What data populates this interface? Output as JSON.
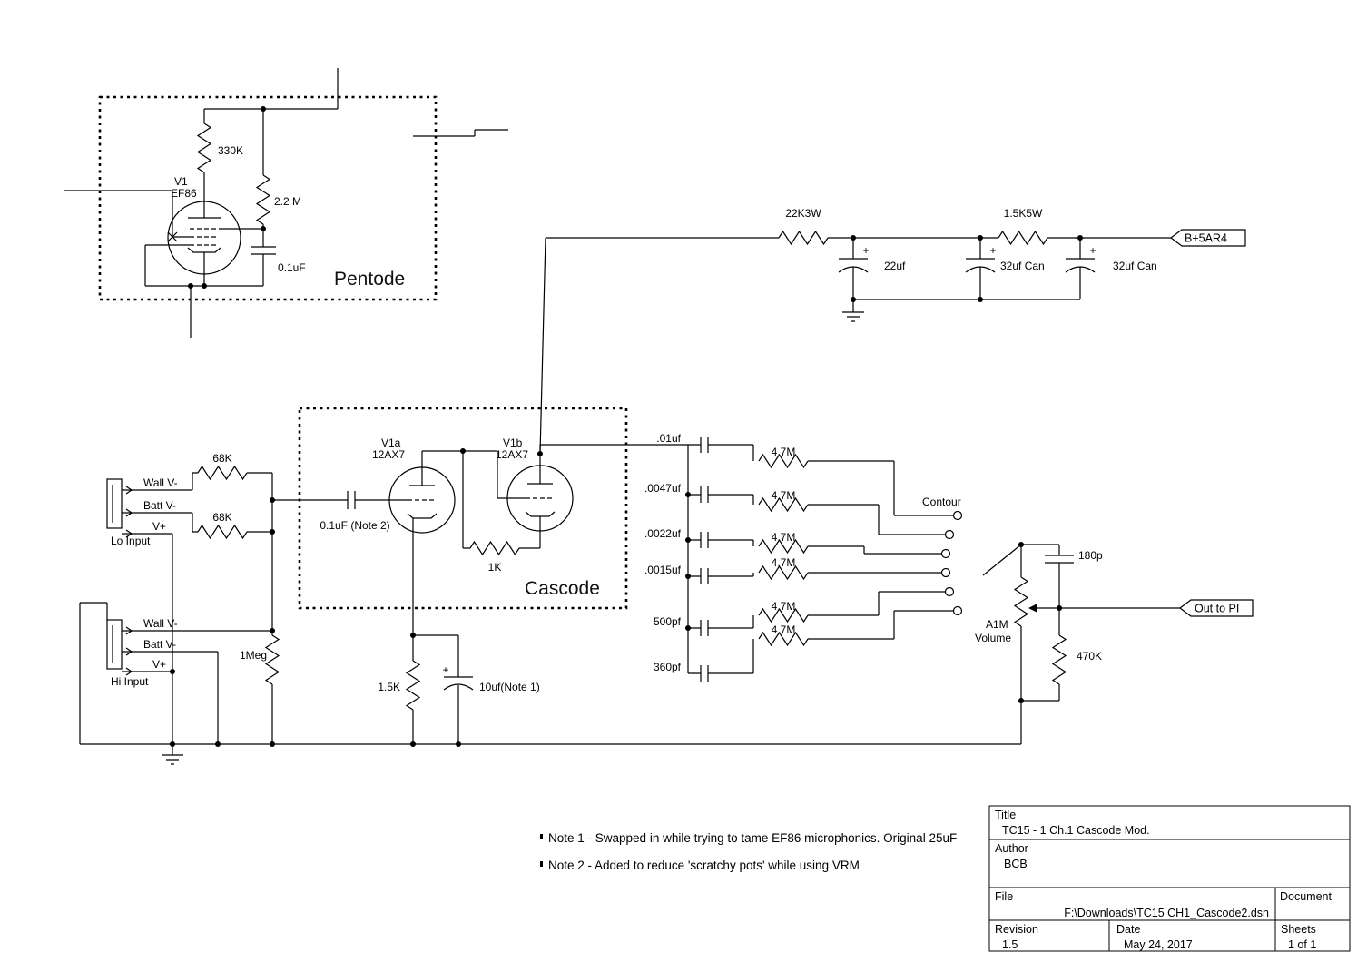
{
  "pentode": {
    "section_label": "Pentode",
    "tube_ref": "V1",
    "tube_type": "EF86",
    "plate_resistor": "330K",
    "screen_resistor": "2.2 M",
    "screen_cap": "0.1uF"
  },
  "power_supply": {
    "resistor_1": "22K3W",
    "resistor_2": "1.5K5W",
    "cap_1": "22uf",
    "cap_2": "32uf Can",
    "cap_3": "32uf Can",
    "polarity_mark": "+",
    "supply_flag": "B+5AR4"
  },
  "cascode": {
    "section_label": "Cascode",
    "tube_a_ref": "V1a",
    "tube_a_type": "12AX7",
    "tube_b_ref": "V1b",
    "tube_b_type": "12AX7",
    "coupling_cap": "0.1uF (Note 2)",
    "grid_resistor": "1K"
  },
  "inputs": {
    "lo_jack": {
      "wall": "Wall V-",
      "batt": "Batt V-",
      "vplus": "V+",
      "label": "Lo Input"
    },
    "hi_jack": {
      "wall": "Wall V-",
      "batt": "Batt V-",
      "vplus": "V+",
      "label": "Hi Input"
    },
    "series_resistor_1": "68K",
    "series_resistor_2": "68K",
    "grid_leak_resistor": "1Meg",
    "cathode_resistor": "1.5K",
    "cathode_cap": "10uf(Note 1)",
    "polarity_mark": "+"
  },
  "contour": {
    "label": "Contour",
    "caps": [
      ".01uf",
      ".0047uf",
      ".0022uf",
      ".0015uf",
      "500pf",
      "360pf"
    ],
    "resistors": [
      "4.7M",
      "4.7M",
      "4.7M",
      "4.7M",
      "4.7M",
      "4.7M"
    ]
  },
  "output": {
    "bright_cap": "180p",
    "pot_value": "A1M",
    "pot_label": "Volume",
    "load_resistor": "470K",
    "out_flag": "Out to PI"
  },
  "notes": {
    "note_1": "Note 1 - Swapped in while trying to tame EF86 microphonics. Original 25uF",
    "note_2": "Note 2 -  Added to reduce 'scratchy pots' while using VRM"
  },
  "title_block": {
    "title_label": "Title",
    "title_value": "TC15 - 1 Ch.1 Cascode Mod.",
    "author_label": "Author",
    "author_value": "BCB",
    "file_label": "File",
    "file_value": "F:\\Downloads\\TC15 CH1_Cascode2.dsn",
    "document_label": "Document",
    "revision_label": "Revision",
    "revision_value": "1.5",
    "date_label": "Date",
    "date_value": "May 24, 2017",
    "sheets_label": "Sheets",
    "sheets_value": "1 of 1"
  }
}
